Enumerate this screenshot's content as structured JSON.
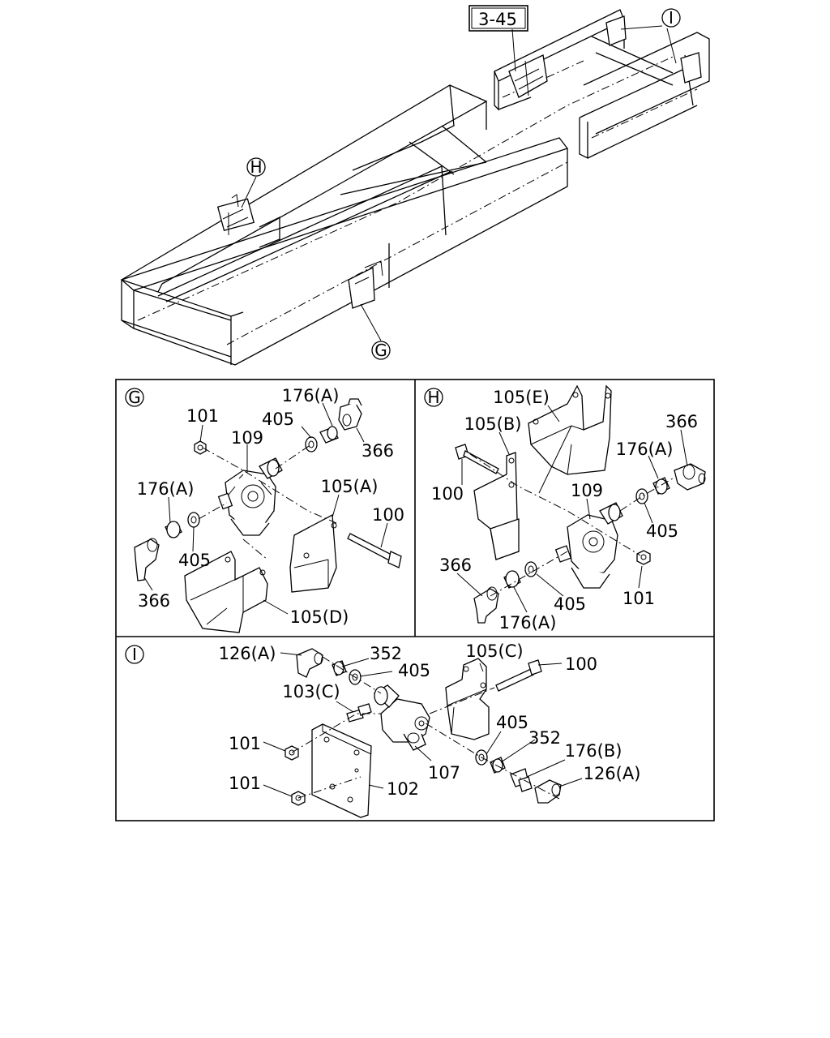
{
  "refbox": "3-45",
  "callouts": {
    "g": "G",
    "h": "H",
    "i": "I"
  },
  "overview": {
    "h_marker": "H",
    "g_marker": "G",
    "i_marker": "I"
  },
  "panel_g": {
    "marker": "G",
    "labels": {
      "p101": "101",
      "p109": "109",
      "p405a": "405",
      "p176a_top": "176(A)",
      "p366_top": "366",
      "p176a_left": "176(A)",
      "p405b": "405",
      "p366_bottom": "366",
      "p105a": "105(A)",
      "p100": "100",
      "p105d": "105(D)"
    }
  },
  "panel_h": {
    "marker": "H",
    "labels": {
      "p105e": "105(E)",
      "p105b": "105(B)",
      "p366_top": "366",
      "p100": "100",
      "p109": "109",
      "p176a_top": "176(A)",
      "p405a": "405",
      "p366_bottom": "366",
      "p405b": "405",
      "p101": "101",
      "p176a_bottom": "176(A)"
    }
  },
  "panel_i": {
    "marker": "I",
    "labels": {
      "p126a_top": "126(A)",
      "p352_top": "352",
      "p405_top": "405",
      "p105c": "105(C)",
      "p100": "100",
      "p103c": "103(C)",
      "p101_top": "101",
      "p101_bottom": "101",
      "p102": "102",
      "p107": "107",
      "p405_mid": "405",
      "p352_mid": "352",
      "p176b": "176(B)",
      "p126a_bottom": "126(A)"
    }
  }
}
